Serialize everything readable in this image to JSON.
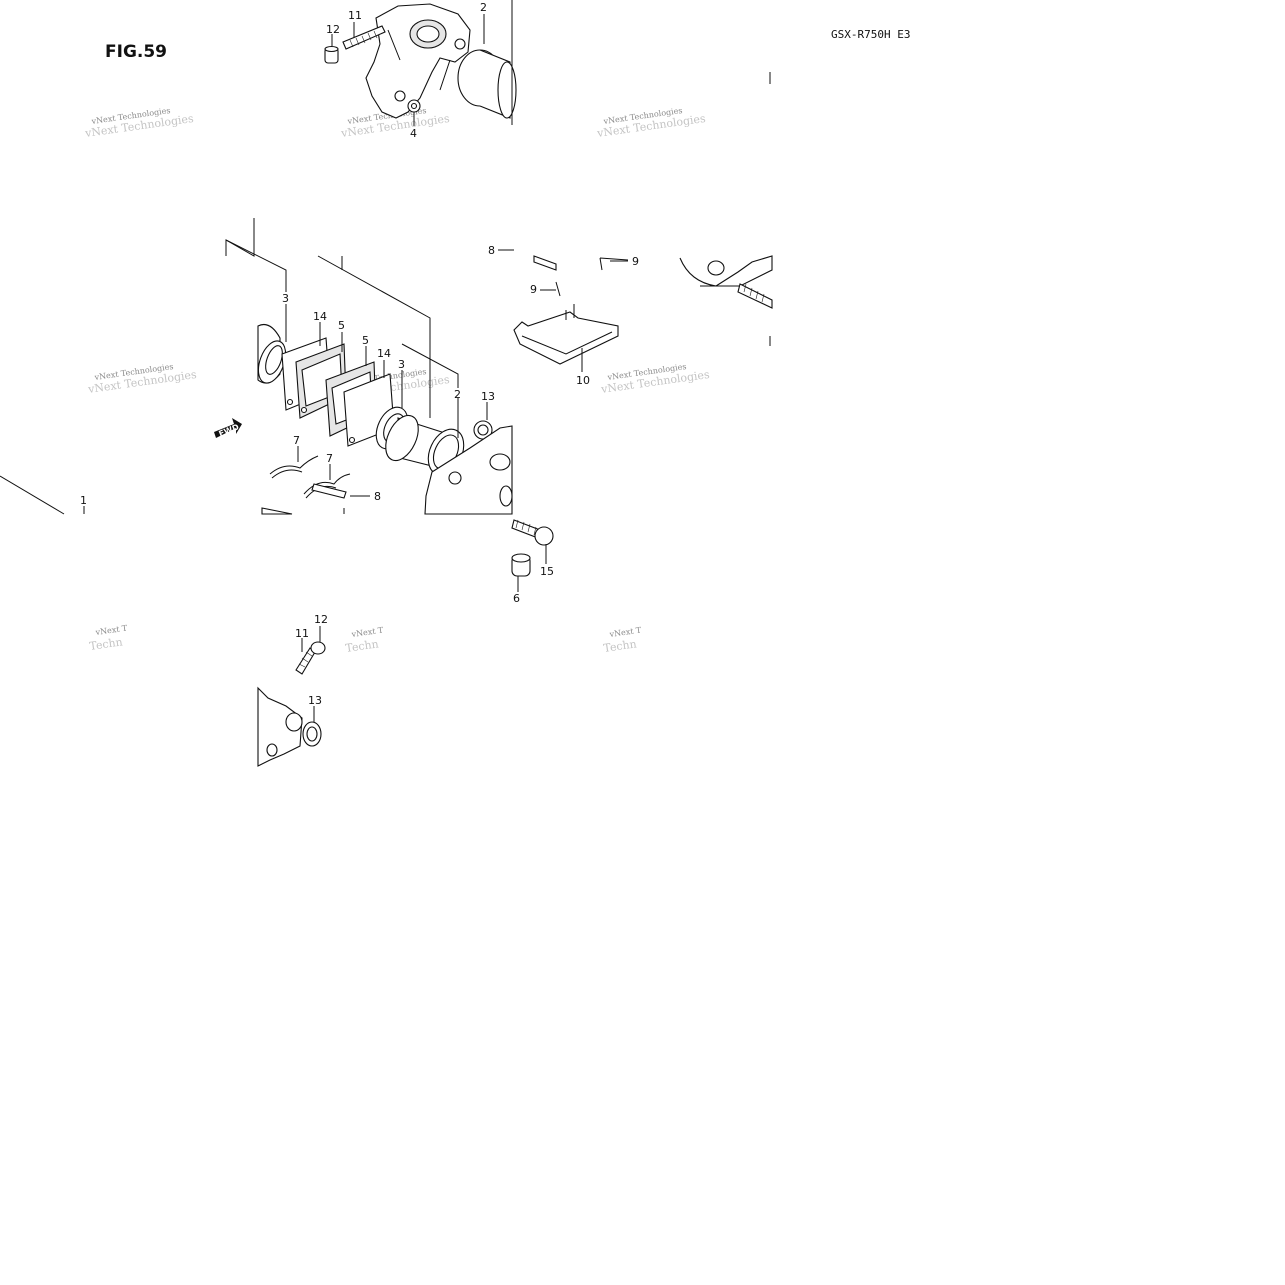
{
  "figure_label": "FIG.59",
  "model_code": "GSX-R750H E3",
  "watermark_text": "vNext Technologies",
  "watermark_fragment": "vNext T",
  "watermark_shadow_fragment": "Techn",
  "fwd_label": "FWD",
  "callouts": {
    "c1": "1",
    "c2_top": "2",
    "c2_mid": "2",
    "c3_left": "3",
    "c3_mid": "3",
    "c4": "4",
    "c5_a": "5",
    "c5_b": "5",
    "c6": "6",
    "c7_a": "7",
    "c7_b": "7",
    "c8_top": "8",
    "c8_bot": "8",
    "c9_a": "9",
    "c9_b": "9",
    "c10": "10",
    "c11_top": "11",
    "c11_bot": "11",
    "c12_top": "12",
    "c12_bot": "12",
    "c13_mid": "13",
    "c13_bot": "13",
    "c14_a": "14",
    "c14_b": "14",
    "c15": "15"
  },
  "colors": {
    "line": "#111111",
    "watermark": "#8a8a8a",
    "background": "#ffffff"
  }
}
